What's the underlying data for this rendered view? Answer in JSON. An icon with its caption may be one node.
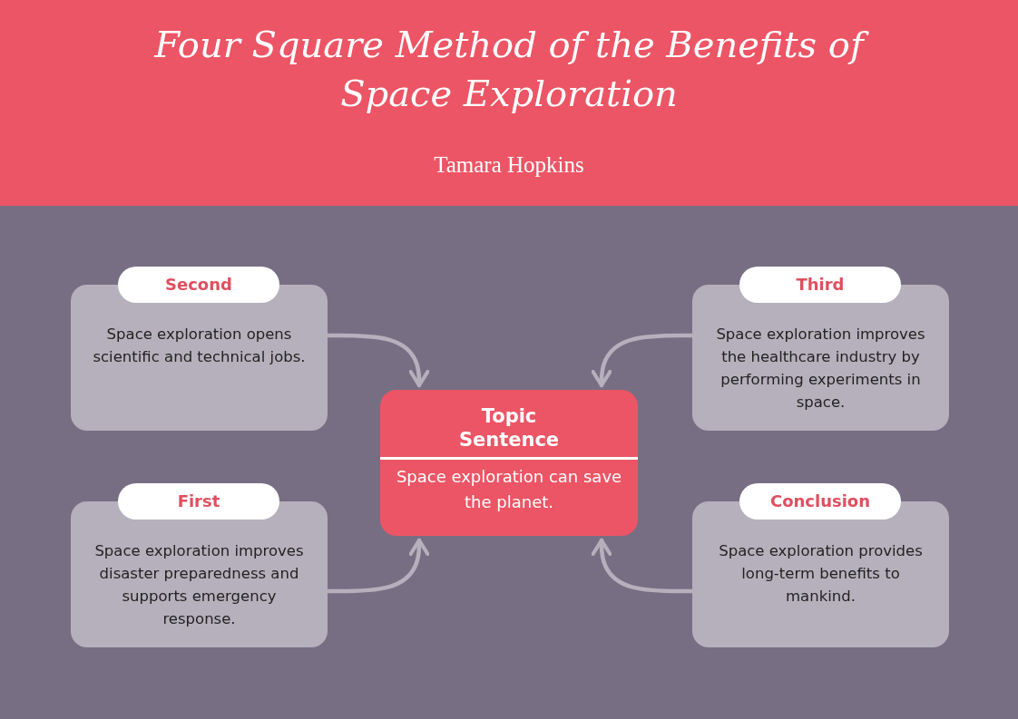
{
  "diagram": {
    "title": "Four Square Method of the Benefits of Space Exploration",
    "caption": "Tamara Hopkins",
    "nodes": [
      {
        "text": [
          "Second",
          "Space exploration opens scientific and technical jobs."
        ]
      },
      {
        "text": [
          "Third",
          "Space exploration improves the healthcare industry by performing experiments in space."
        ]
      },
      {
        "text": [
          "Topic Sentence",
          "Space exploration can save the planet."
        ]
      },
      {
        "text": [
          "First",
          "Space exploration improves disaster preparedness and supports emergency response."
        ]
      },
      {
        "text": [
          "Conclusion",
          "Space exploration provides long-term benefits to mankind."
        ]
      }
    ],
    "edges": [
      {
        "from": 0,
        "to": 2,
        "arrow": "to"
      },
      {
        "from": 1,
        "to": 2,
        "arrow": "to"
      },
      {
        "from": 3,
        "to": 2,
        "arrow": "to"
      },
      {
        "from": 4,
        "to": 2,
        "arrow": "to"
      }
    ]
  }
}
